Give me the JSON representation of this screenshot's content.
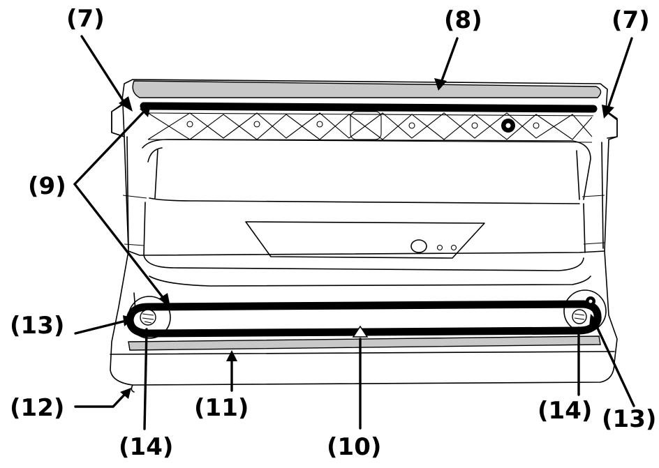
{
  "callouts": {
    "c7_left": "(7)",
    "c8": "(8)",
    "c7_right": "(7)",
    "c9": "(9)",
    "c13_left": "(13)",
    "c12": "(12)",
    "c11": "(11)",
    "c14_left": "(14)",
    "c10": "(10)",
    "c14_right": "(14)",
    "c13_right": "(13)"
  },
  "colors": {
    "line": "#000000",
    "gasket": "#c8c8c8",
    "background": "#ffffff"
  }
}
